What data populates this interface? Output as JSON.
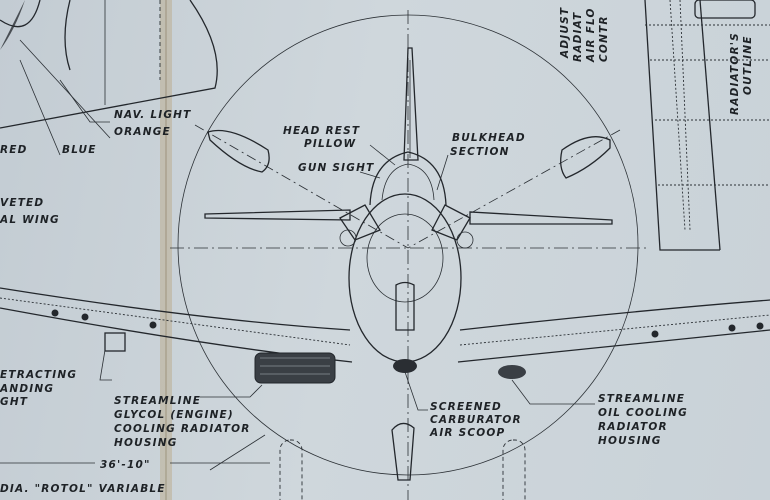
{
  "labels": {
    "nav_light": "NAV. LIGHT",
    "orange": "ORANGE",
    "red": "RED",
    "blue": "BLUE",
    "riveted": "VETED",
    "wing": "AL WING",
    "head_rest": "HEAD REST",
    "pillow": "PILLOW",
    "gun_sight": "GUN SIGHT",
    "bulkhead": "BULKHEAD",
    "section": "SECTION",
    "retracting": [
      "ETRACTING",
      "ANDING",
      "GHT"
    ],
    "glycol": [
      "STREAMLINE",
      "GLYCOL (ENGINE)",
      "COOLING RADIATOR",
      "HOUSING"
    ],
    "carburator": [
      "SCREENED",
      "CARBURATOR",
      "AIR SCOOP"
    ],
    "oil": [
      "STREAMLINE",
      "OIL COOLING",
      "RADIATOR",
      "HOUSING"
    ],
    "span": "36'-10\"",
    "propeller": "DIA. \"ROTOL\" VARIABLE",
    "radiator_control": [
      "ADJUST",
      "RADIAT",
      "AIR FLO",
      "CONTR"
    ],
    "radiator_outline": [
      "RADIATOR'S",
      "OUTLINE"
    ]
  },
  "colors": {
    "paper": "#c8d1d7",
    "ink": "#23272c",
    "stain": "#b49a6a"
  }
}
